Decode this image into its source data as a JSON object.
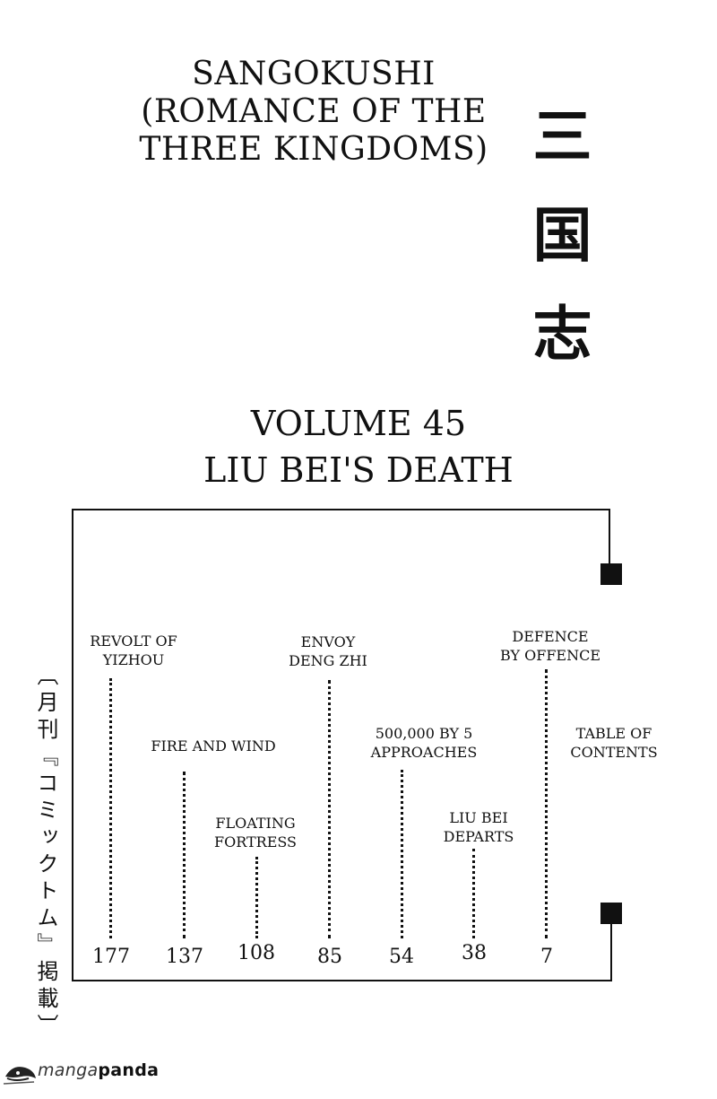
{
  "title": {
    "lines": [
      "SANGOKUSHI",
      "(ROMANCE OF THE",
      "THREE KINGDOMS)"
    ]
  },
  "kanji": [
    "三",
    "国",
    "志"
  ],
  "volume": {
    "number_line": "VOLUME 45",
    "subtitle": "LIU BEI'S DEATH"
  },
  "contents": {
    "chapters": [
      {
        "lines": [
          "REVOLT OF",
          "YIZHOU"
        ],
        "page": "177"
      },
      {
        "lines": [
          "FIRE AND WIND"
        ],
        "page": "137"
      },
      {
        "lines": [
          "FLOATING",
          "FORTRESS"
        ],
        "page": "108"
      },
      {
        "lines": [
          "ENVOY",
          "DENG ZHI"
        ],
        "page": "85"
      },
      {
        "lines": [
          "500,000 BY 5",
          "APPROACHES"
        ],
        "page": "54"
      },
      {
        "lines": [
          "LIU BEI",
          "DEPARTS"
        ],
        "page": "38"
      },
      {
        "lines": [
          "DEFENCE",
          "BY OFFENCE"
        ],
        "page": "7"
      },
      {
        "lines": [
          "TABLE OF",
          "CONTENTS"
        ],
        "page": ""
      }
    ]
  },
  "side_note": "〔月刊『コミックトム』掲載〕",
  "watermark": {
    "part1": "manga",
    "part2": "panda"
  }
}
